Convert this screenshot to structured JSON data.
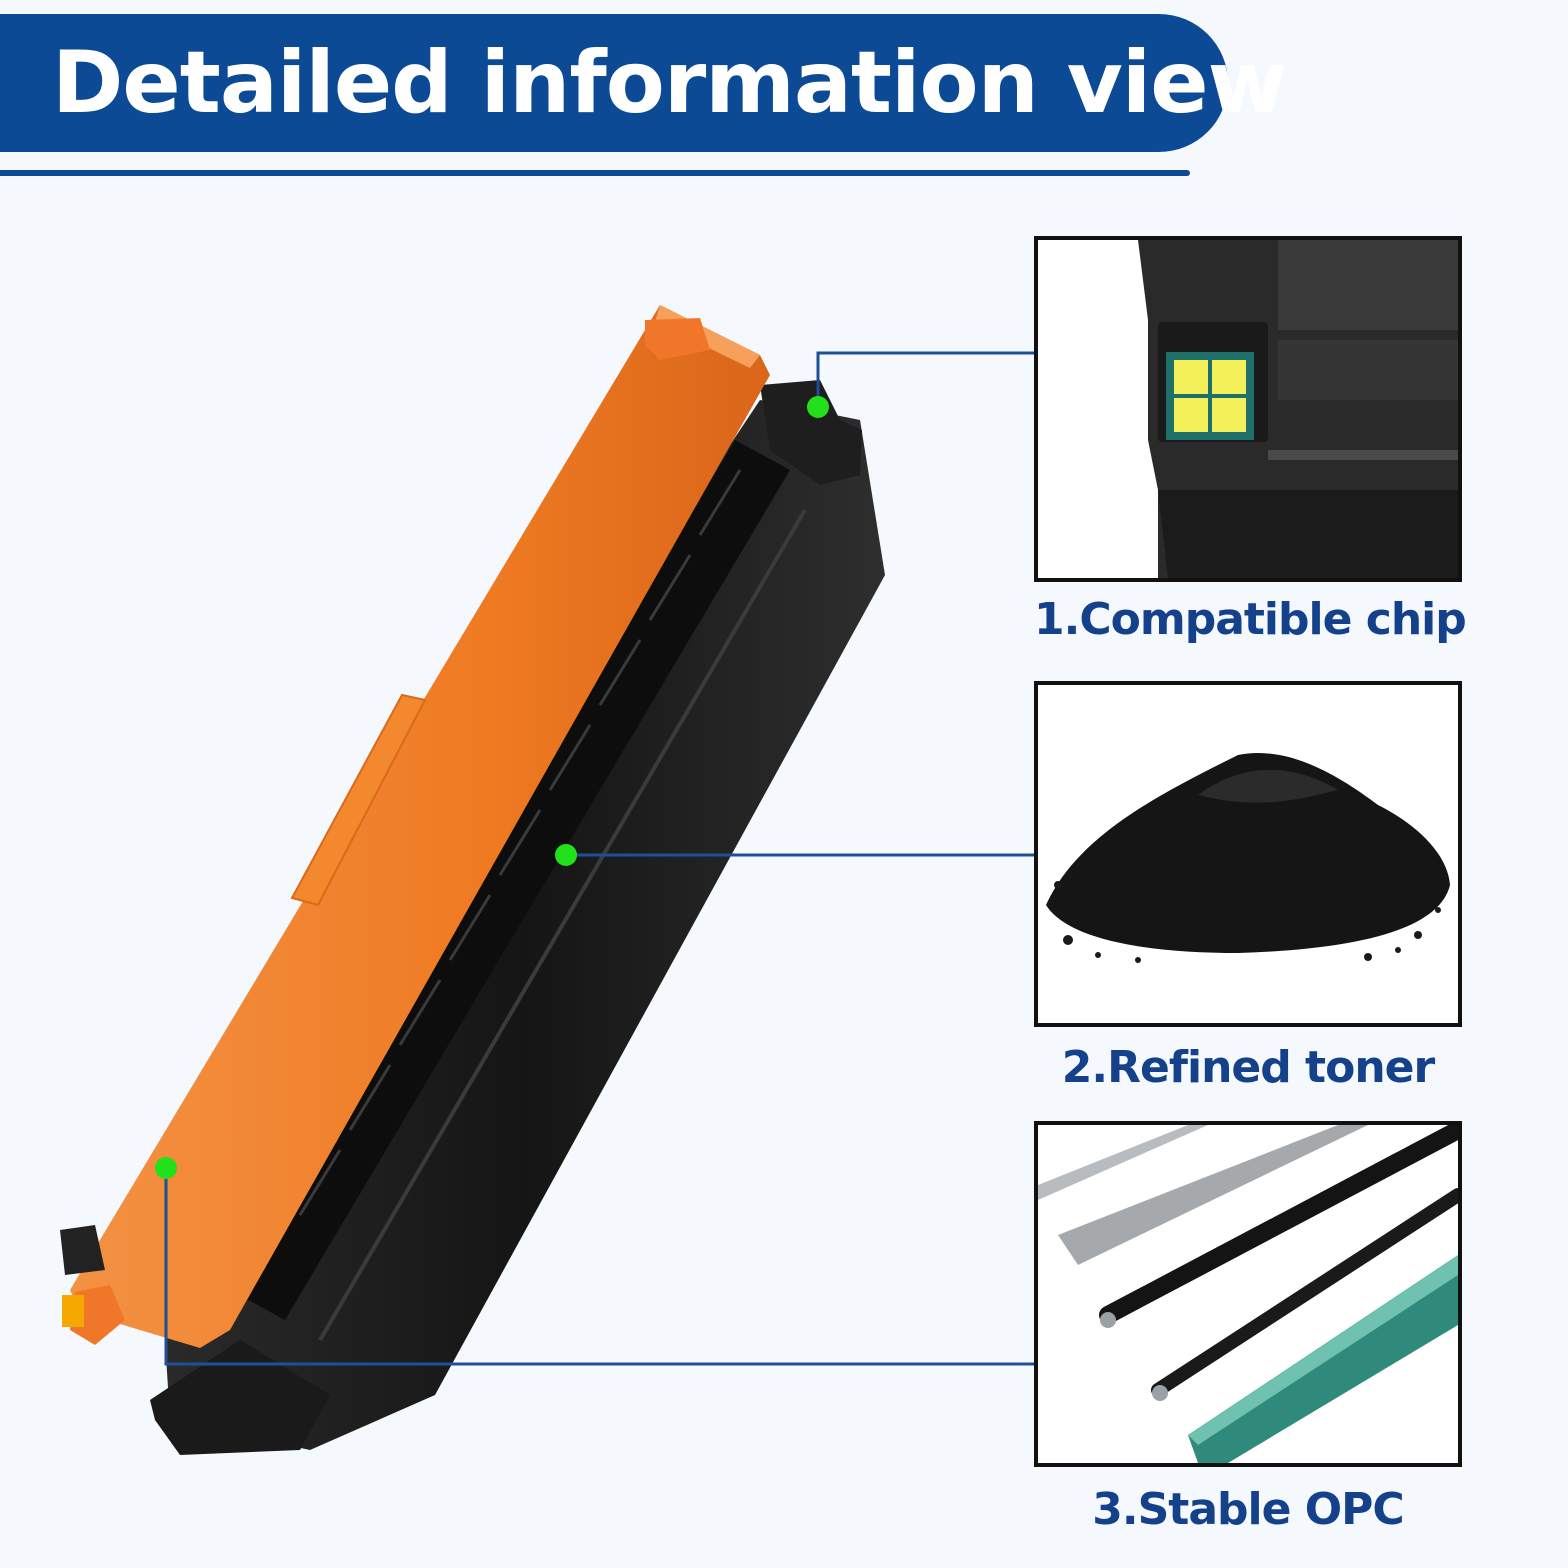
{
  "header": {
    "title": "Detailed information view"
  },
  "colors": {
    "brand_blue": "#0d4a96",
    "label_blue": "#15408a",
    "cartridge_orange": "#f07d2a",
    "cartridge_black": "#1b1b1b",
    "marker_green": "#22e01a"
  },
  "features": [
    {
      "label": "1.Compatible chip",
      "icon": "chip-icon"
    },
    {
      "label": "2.Refined toner",
      "icon": "toner-powder-icon"
    },
    {
      "label": "3.Stable OPC",
      "icon": "opc-drum-icon"
    }
  ]
}
